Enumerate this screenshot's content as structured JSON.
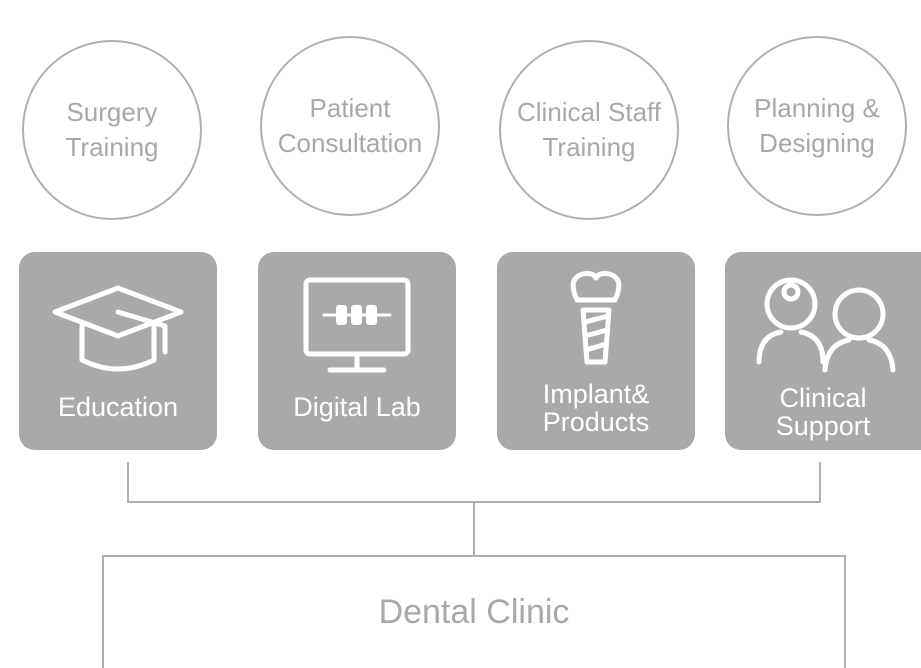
{
  "services": [
    {
      "line1": "Surgery",
      "line2": "Training"
    },
    {
      "line1": "Patient",
      "line2": "Consultation"
    },
    {
      "line1": "Clinical Staff",
      "line2": "Training"
    },
    {
      "line1": "Planning &",
      "line2": "Designing"
    }
  ],
  "pillars": [
    {
      "label": "Education",
      "icon": "graduation-cap-icon"
    },
    {
      "label": "Digital Lab",
      "icon": "monitor-teeth-icon"
    },
    {
      "line1": "Implant&",
      "line2": "Products",
      "icon": "dental-implant-icon"
    },
    {
      "line1": "Clinical",
      "line2": "Support",
      "icon": "dentist-patient-icon"
    }
  ],
  "base": {
    "label": "Dental Clinic"
  },
  "colors": {
    "card": "#a9a9a9",
    "outline": "#b0b0b0",
    "text_light": "#a8a8a8"
  }
}
